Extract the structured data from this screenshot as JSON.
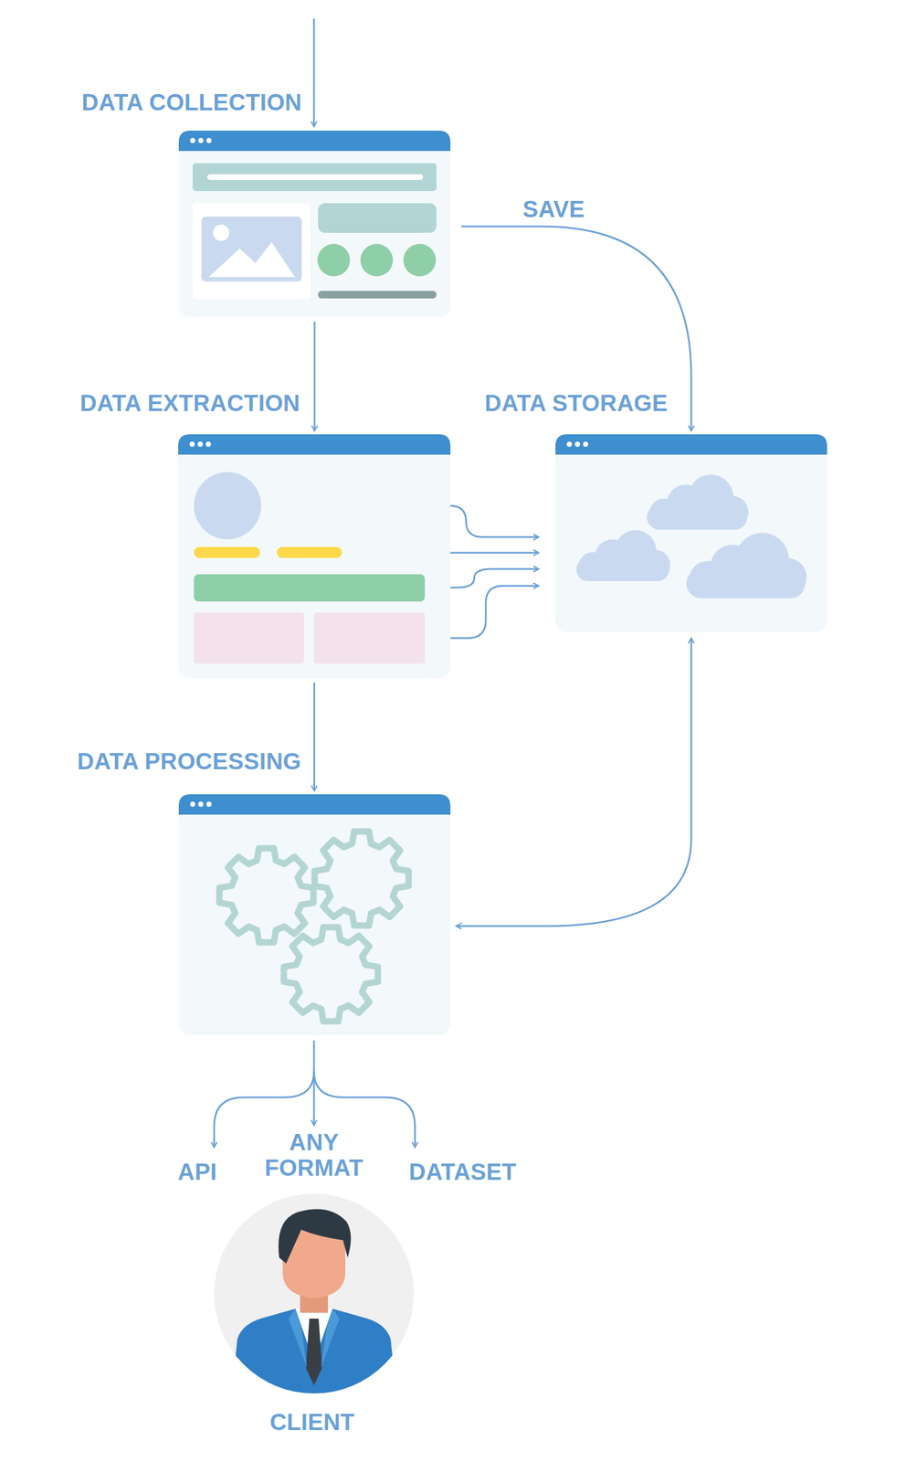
{
  "diagram": {
    "nodes": [
      {
        "text": [
          "DATA COLLECTION"
        ]
      },
      {
        "text": [
          "DATA EXTRACTION"
        ]
      },
      {
        "text": [
          "DATA STORAGE"
        ]
      },
      {
        "text": [
          "DATA PROCESSING"
        ]
      },
      {
        "text": [
          "CLIENT"
        ]
      }
    ],
    "edges": [
      {
        "from": 0,
        "to": 1,
        "arrow": "to"
      },
      {
        "from": 0,
        "to": 2,
        "label": "SAVE",
        "arrow": "to"
      },
      {
        "from": 1,
        "to": 2,
        "arrow": "to"
      },
      {
        "from": 1,
        "to": 3,
        "arrow": "to"
      },
      {
        "from": 2,
        "to": 3,
        "arrow": "both"
      }
    ],
    "labels": [
      "API",
      "ANY FORMAT",
      "DATASET"
    ]
  }
}
